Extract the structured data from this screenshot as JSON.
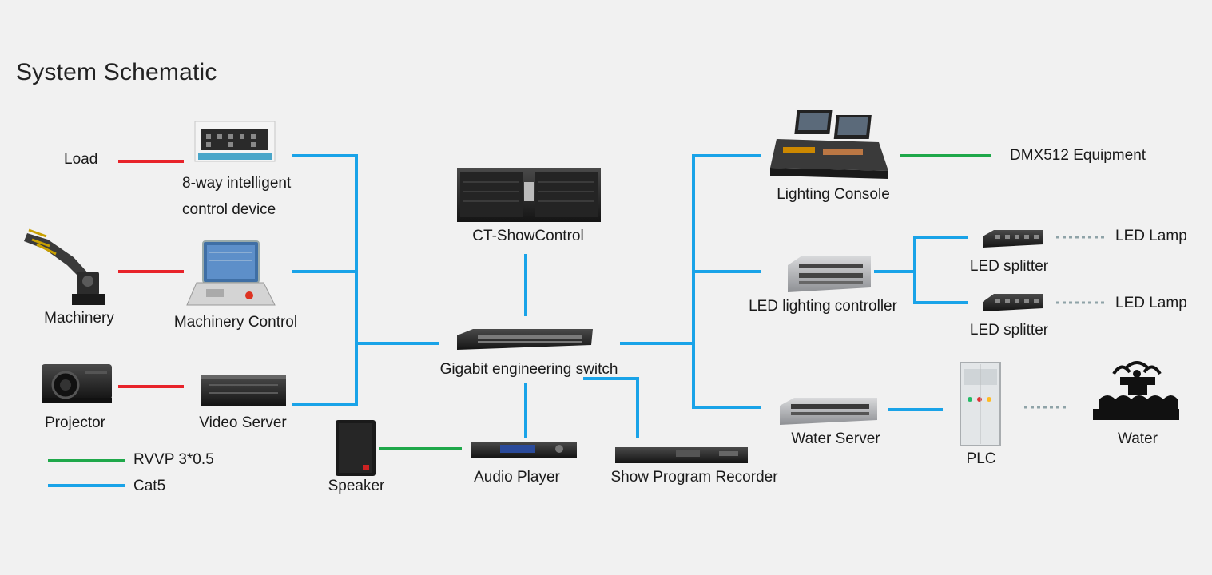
{
  "title": "System Schematic",
  "colors": {
    "cat5": "#1aa3e8",
    "rvvp": "#1fa84a",
    "load_line": "#e8232a",
    "dotted": "#8fa3a8",
    "background": "#f1f1f1"
  },
  "labels": {
    "load": "Load",
    "intelligent_device_line1": "8-way intelligent",
    "intelligent_device_line2": "control device",
    "machinery": "Machinery",
    "machinery_control": "Machinery Control",
    "projector": "Projector",
    "video_server": "Video Server",
    "ct_showcontrol": "CT-ShowControl",
    "gigabit_switch": "Gigabit engineering switch",
    "speaker": "Speaker",
    "audio_player": "Audio Player",
    "show_program_recorder": "Show Program Recorder",
    "lighting_console": "Lighting Console",
    "dmx512": "DMX512 Equipment",
    "led_controller": "LED lighting controller",
    "led_splitter_1": "LED splitter",
    "led_splitter_2": "LED splitter",
    "led_lamp_1": "LED Lamp",
    "led_lamp_2": "LED Lamp",
    "water_server": "Water Server",
    "plc": "PLC",
    "water": "Water"
  },
  "legend": [
    {
      "label": "RVVP 3*0.5",
      "color": "#1fa84a"
    },
    {
      "label": "Cat5",
      "color": "#1aa3e8"
    }
  ],
  "icons": {
    "load_device": "intelligent-control-panel-icon",
    "machinery": "robot-arm-icon",
    "machinery_control": "control-console-icon",
    "projector": "projector-icon",
    "video_server": "rack-server-icon",
    "ct_showcontrol": "rack-chassis-icon",
    "gigabit_switch": "network-switch-icon",
    "speaker": "speaker-icon",
    "audio_player": "audio-player-icon",
    "show_program_recorder": "recorder-icon",
    "lighting_console": "lighting-console-icon",
    "led_controller": "led-controller-icon",
    "led_splitter": "led-splitter-icon",
    "water_server": "water-server-icon",
    "plc": "plc-cabinet-icon",
    "water": "fountain-icon"
  }
}
